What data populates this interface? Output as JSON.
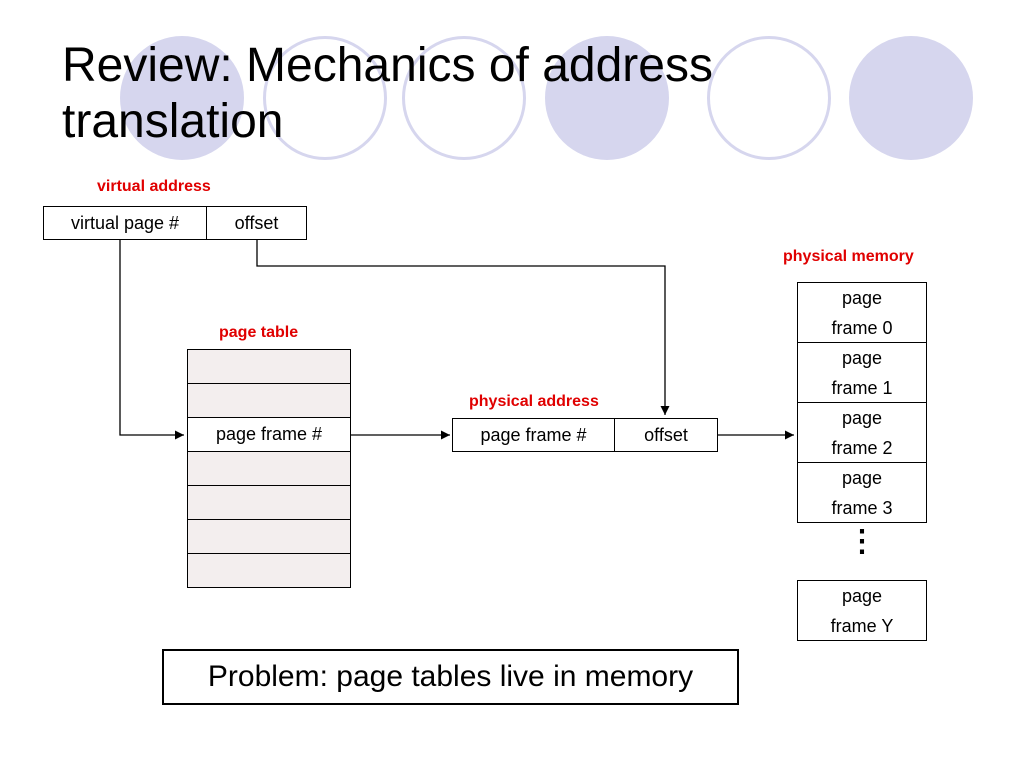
{
  "title": "Review: Mechanics of address translation",
  "colors": {
    "accent_red": "#e00000",
    "deco_circles": "#d6d6ee",
    "page_table_fill": "#f3eeee"
  },
  "virtual_address": {
    "label": "virtual address",
    "fields": [
      "virtual page #",
      "offset"
    ]
  },
  "page_table": {
    "label": "page table",
    "rows": [
      "",
      "",
      "page frame #",
      "",
      "",
      "",
      ""
    ]
  },
  "physical_address": {
    "label": "physical address",
    "fields": [
      "page frame #",
      "offset"
    ]
  },
  "physical_memory": {
    "label": "physical memory",
    "frames": [
      {
        "line1": "page",
        "line2": "frame 0"
      },
      {
        "line1": "page",
        "line2": "frame 1"
      },
      {
        "line1": "page",
        "line2": "frame 2"
      },
      {
        "line1": "page",
        "line2": "frame 3"
      }
    ],
    "ellipsis": "⋮",
    "last_frame": {
      "line1": "page",
      "line2": "frame Y"
    }
  },
  "problem": "Problem: page tables live in memory"
}
